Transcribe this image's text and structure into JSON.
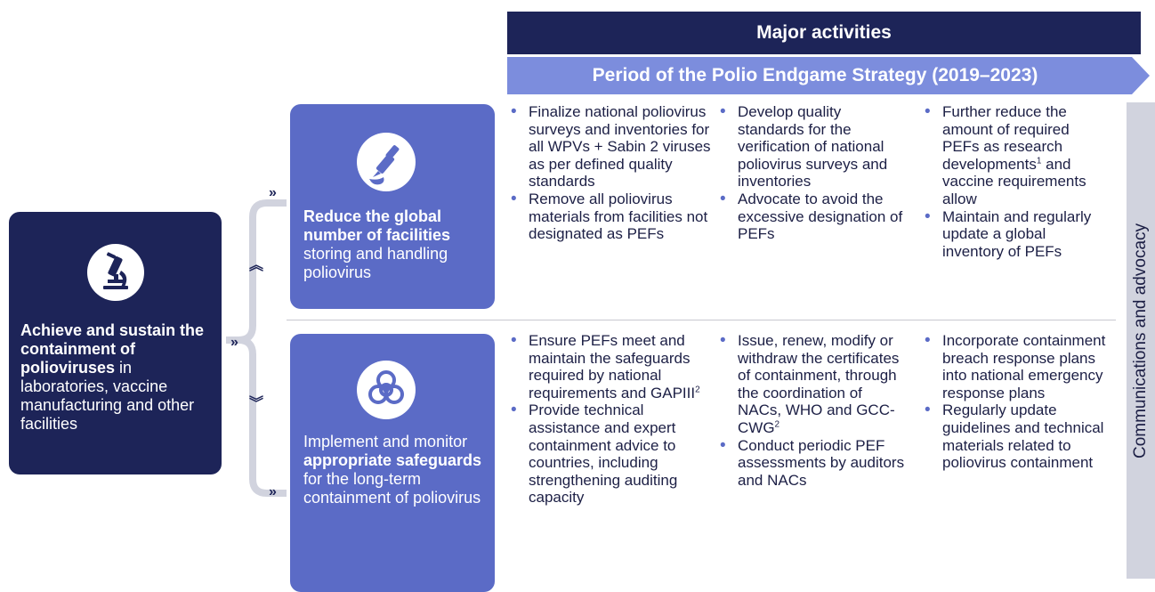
{
  "header": {
    "title": "Major activities"
  },
  "period": {
    "label": "Period of the Polio Endgame Strategy (2019–2023)"
  },
  "goal": {
    "bold": "Achieve and sustain the containment of polioviruses",
    "rest": " in laboratories, vaccine manufacturing and other facilities"
  },
  "objectives": [
    {
      "pre": "",
      "bold": "Reduce the global number of facilities",
      "post": " storing and handling poliovirus"
    },
    {
      "pre": "Implement and monitor ",
      "bold": "appropriate safeguards",
      "post": " for the long-term containment of poliovirus"
    }
  ],
  "row1": {
    "col1": [
      "Finalize national poliovirus surveys and inventories for all WPVs + Sabin 2 viruses as per defined quality standards",
      "Remove all poliovirus materials from facilities not designated as PEFs"
    ],
    "col2": [
      "Develop quality standards for the verification of national poliovirus surveys and inventories",
      "Advocate to avoid the excessive designation of PEFs"
    ],
    "col3": {
      "b1_pre": "Further reduce the amount of required PEFs as research developments",
      "b1_sup": "1",
      "b1_post": " and vaccine requirements allow",
      "b2": "Maintain and regularly update a global inventory of PEFs"
    }
  },
  "row2": {
    "col1": {
      "b1_pre": "Ensure PEFs meet and maintain the safeguards required by national requirements and GAPIII",
      "b1_sup": "2",
      "b2": "Provide technical assistance and expert containment advice to countries, including strengthening auditing capacity"
    },
    "col2": {
      "b1_pre": "Issue, renew, modify or withdraw the certificates of containment, through the coordination of NACs, WHO and GCC-CWG",
      "b1_sup": "2",
      "b2": "Conduct periodic PEF assessments by auditors and NACs"
    },
    "col3": [
      "Incorporate containment breach response plans into national emergency response plans",
      "Regularly update guidelines and technical materials related to poliovirus containment"
    ]
  },
  "side": {
    "label": "Communications and advocacy"
  },
  "icons": {
    "goal": "microscope-icon",
    "obj1": "dropper-icon",
    "obj2": "biohazard-icon"
  },
  "colors": {
    "navy": "#1d2458",
    "blue": "#5b6bc6",
    "light_blue": "#7c8ddd",
    "gray": "#d1d3de"
  }
}
